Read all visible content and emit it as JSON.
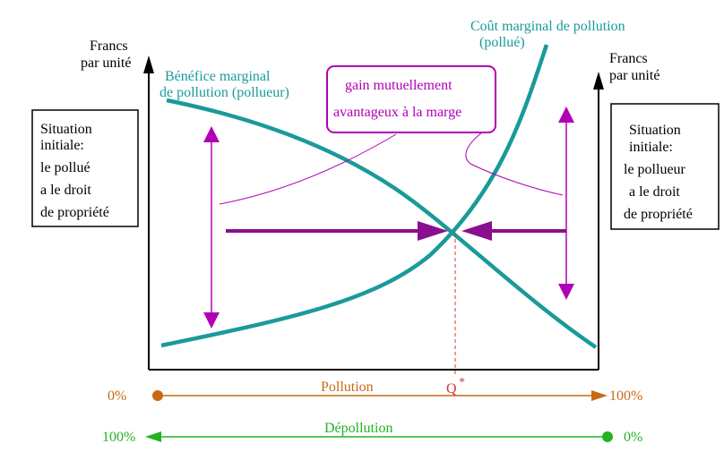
{
  "axes": {
    "left_label_line1": "Francs",
    "left_label_line2": "par unité",
    "right_label_line1": "Francs",
    "right_label_line2": "par unité"
  },
  "curves": {
    "benefit_line1": "Bénéfice marginal",
    "benefit_line2": "de pollution (pollueur)",
    "cost_line1": "Coût marginal de pollution",
    "cost_line2": "(pollué)"
  },
  "gain_box": {
    "line1": "gain mutuellement",
    "line2": "avantageux à la marge"
  },
  "left_box": {
    "lines": [
      "Situation",
      "initiale:",
      "le pollué",
      "a le droit",
      "de propriété"
    ]
  },
  "right_box": {
    "lines": [
      "Situation",
      "initiale:",
      "le pollueur",
      "a le droit",
      "de propriété"
    ]
  },
  "equilibrium_label": "Q",
  "equilibrium_star": "*",
  "pollution_scale": {
    "label": "Pollution",
    "start": "0%",
    "end": "100%"
  },
  "depollution_scale": {
    "label": "Dépollution",
    "start": "100%",
    "end": "0%"
  },
  "colors": {
    "teal": "#1a9a9a",
    "magenta": "#b000b5",
    "purple_arrow": "#8a0f8f",
    "orange": "#c86a14",
    "green": "#22b322",
    "red_dashed": "#e23030"
  }
}
